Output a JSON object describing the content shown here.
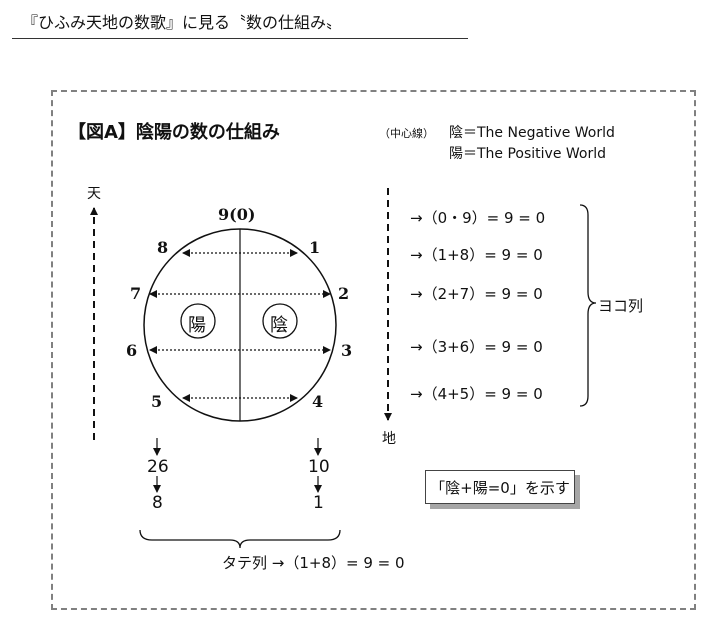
{
  "heading": "『ひふみ天地の数歌』に見る〝数の仕組み〟",
  "figure": {
    "title": "【図A】陰陽の数の仕組み",
    "center_line_note": "（中心線）",
    "legend_yin": "陰＝The Negative World",
    "legend_yang": "陽＝The Positive World",
    "sky_label": "天",
    "earth_label": "地",
    "top_number": "9(0)",
    "circle_numbers": [
      "1",
      "2",
      "3",
      "4",
      "5",
      "6",
      "7",
      "8"
    ],
    "yang_label": "陽",
    "yin_label": "陰",
    "equations": [
      "→（0・9）= 9 = 0",
      "→（1+8）= 9 = 0",
      "→（2+7）= 9 = 0",
      "→（3+6）= 9 = 0",
      "→（4+5）= 9 = 0"
    ],
    "yoko_label": "ヨコ列",
    "left_sum": "26",
    "left_reduced": "8",
    "right_sum": "10",
    "right_reduced": "1",
    "tate_label": "タテ列 →（1+8）= 9 = 0",
    "note": "「陰+陽=0」を示す"
  }
}
